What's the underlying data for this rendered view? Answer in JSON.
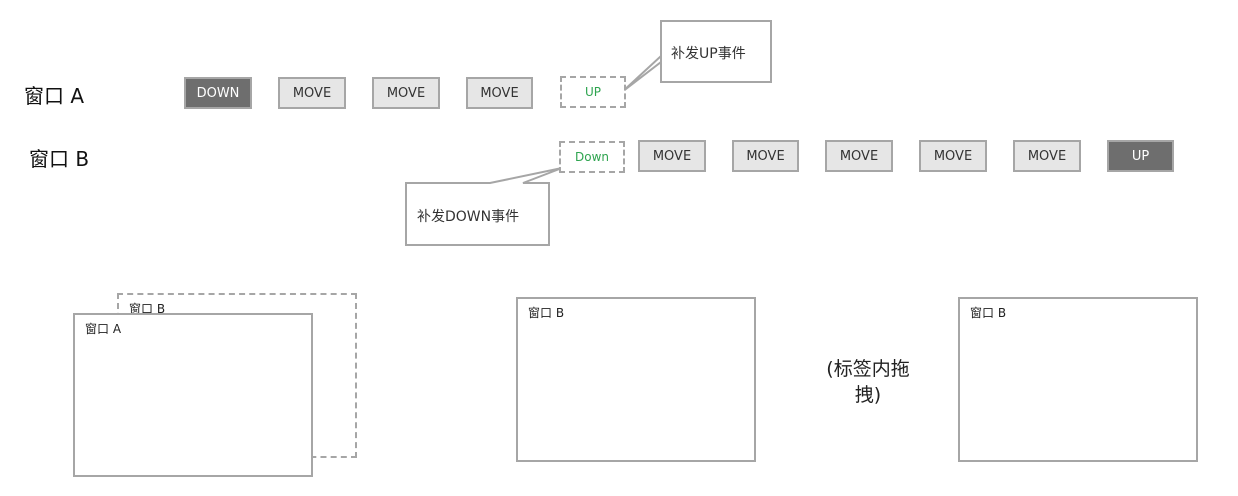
{
  "row_a": {
    "label": "窗口 A",
    "events": [
      {
        "label": "DOWN",
        "style": "dark"
      },
      {
        "label": "MOVE",
        "style": "light"
      },
      {
        "label": "MOVE",
        "style": "light"
      },
      {
        "label": "MOVE",
        "style": "light"
      },
      {
        "label": "UP",
        "style": "dashed"
      }
    ],
    "callout": "补发UP事件"
  },
  "row_b": {
    "label": "窗口 B",
    "events": [
      {
        "label": "Down",
        "style": "dashed"
      },
      {
        "label": "MOVE",
        "style": "light"
      },
      {
        "label": "MOVE",
        "style": "light"
      },
      {
        "label": "MOVE",
        "style": "light"
      },
      {
        "label": "MOVE",
        "style": "light"
      },
      {
        "label": "MOVE",
        "style": "light"
      },
      {
        "label": "UP",
        "style": "dark"
      }
    ],
    "callout": "补发DOWN事件"
  },
  "windows": {
    "stage1_back_title": "窗口 B",
    "stage1_front_title": "窗口 A",
    "stage2_title": "窗口 B",
    "stage3_title": "窗口 B"
  },
  "mid_note": "(标签内拖拽)",
  "colors": {
    "border": "#a6a6a6",
    "light_fill": "#e6e6e6",
    "dark_fill": "#6e6e6e",
    "dashed_text": "#2ea44f"
  }
}
